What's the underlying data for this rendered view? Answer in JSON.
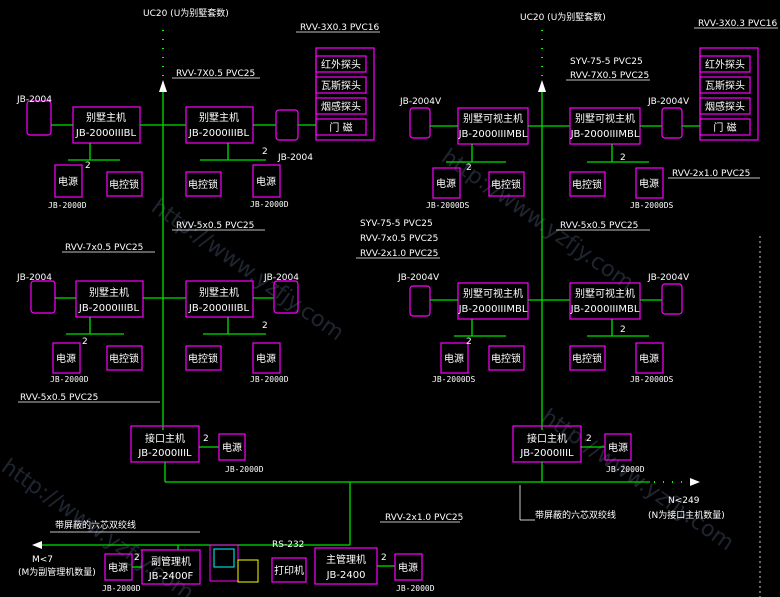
{
  "top_left_label": "UC20 (U为别墅套数)",
  "top_mid_label": "UC20 (U为别墅套数)",
  "cables": {
    "rvv_3x03": "RVV-3X0.3 PVC16",
    "rvv_7x05_a": "RVV-7X0.5 PVC25",
    "rvv_5x05": "RVV-5x0.5 PVC25",
    "rvv_7x05_b": "RVV-7x0.5 PVC25",
    "rvv_5x05_b": "RVV-5x0.5 PVC25",
    "syv_75_5": "SYV-75-5 PVC25",
    "rvv_7x05_c": "RVV-7X0.5 PVC25",
    "rvv_2x10": "RVV-2x1.0 PVC25",
    "syv_75_5_b": "SYV-75-5 PVC25",
    "rvv_7x05_d": "RVV-7x0.5 PVC25",
    "rvv_2x10_b": "RVV-2x1.0 PVC25",
    "rvv_2x10_c": "RVV-2x1.0 PVC25",
    "rs232": "RS-232"
  },
  "devices": {
    "jb2004": "JB-2004",
    "jb2004v": "JB-2004V",
    "villa_host": "别墅主机",
    "villa_host_model": "JB-2000IIIBL",
    "villa_video_host": "别墅可视主机",
    "villa_video_model": "JB-2000IIIMBL",
    "power": "电源",
    "lock": "电控锁",
    "psu_model": "JB-2000D",
    "psu_model_ds": "JB-2000DS",
    "interface_host": "接口主机",
    "interface_model": "JB-2000IIIL",
    "sub_manager": "副管理机",
    "sub_manager_model": "JB-2400F",
    "main_manager": "主管理机",
    "main_manager_model": "JB-2400",
    "printer": "打印机"
  },
  "sensors": [
    "红外探头",
    "瓦斯探头",
    "烟感探头",
    "门  磁"
  ],
  "count_2": "2",
  "twisted_pair": "带屏蔽的六芯双绞线",
  "mc7": "M<7",
  "mc7_note": "(M为副管理机数量)",
  "nc249": "N<249",
  "nc249_note": "(N为接口主机数量)",
  "watermark": "http://www.yzfjy.com"
}
